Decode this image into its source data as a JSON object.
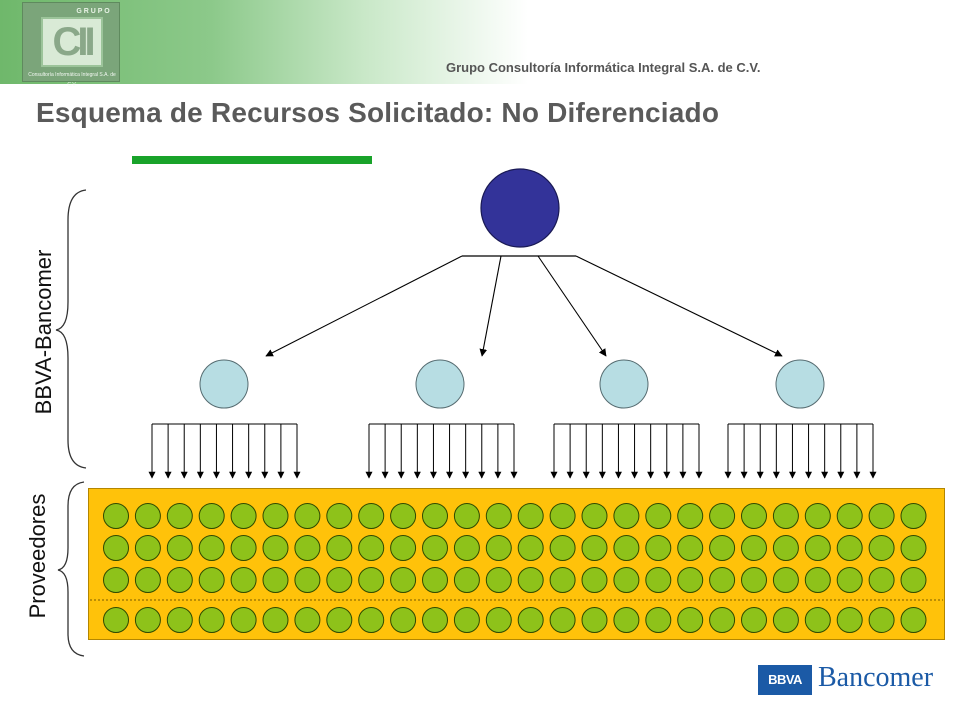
{
  "header": {
    "logo_top_text": "G R U P O",
    "logo_mark": "CII",
    "logo_subtext": "Consultoría Informática Integral S.A. de C.V.",
    "company_name": "Grupo Consultoría Informática Integral S.A. de C.V."
  },
  "title": "Esquema de Recursos Solicitado: No Diferenciado",
  "labels": {
    "bank_group": "BBVA-Bancomer",
    "providers_group": "Proveedores"
  },
  "diagram": {
    "levels": [
      {
        "name": "top",
        "count": 1,
        "color": "#333399"
      },
      {
        "name": "middle",
        "count": 4,
        "color": "#b7dde3"
      }
    ],
    "arrows_per_middle_node": 10,
    "provider_grid": {
      "rows": 4,
      "columns": 26,
      "color": "#8ec21a",
      "box_color": "#ffc20a"
    }
  },
  "brand": {
    "box_text": "BBVA",
    "name": "Bancomer"
  },
  "colors": {
    "accent_green": "#19a32a",
    "title_gray": "#5a5a5a",
    "brand_blue": "#1b5aa6"
  }
}
